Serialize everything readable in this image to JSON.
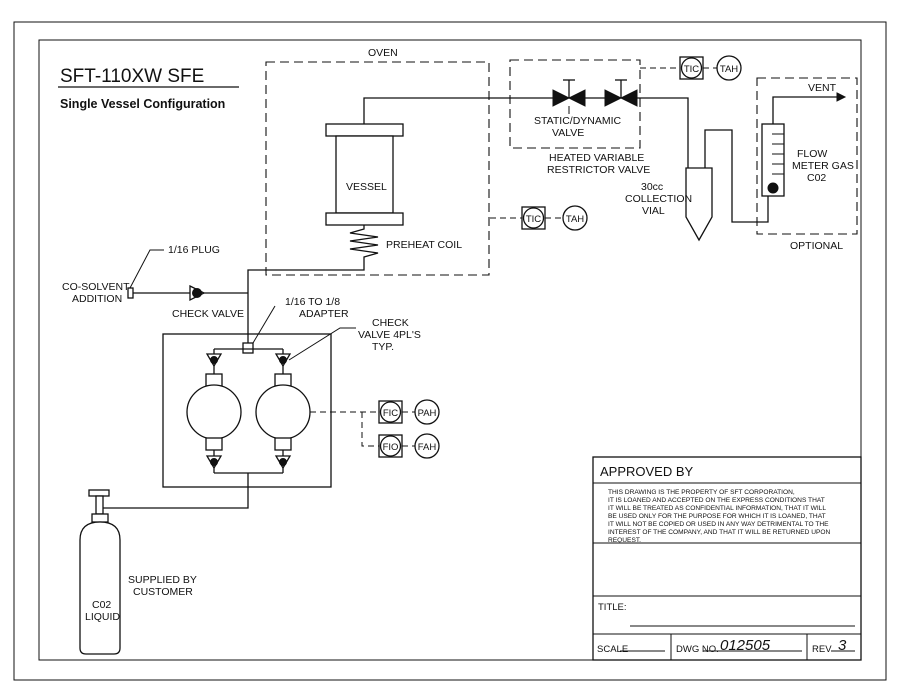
{
  "title": {
    "main": "SFT-110XW SFE",
    "sub": "Single Vessel Configuration"
  },
  "labels": {
    "oven": "OVEN",
    "vessel": "VESSEL",
    "preheat_coil": "PREHEAT COIL",
    "static_dynamic_valve": [
      "STATIC/DYNAMIC",
      "VALVE"
    ],
    "heated_restrictor": [
      "HEATED VARIABLE",
      "RESTRICTOR VALVE"
    ],
    "collection_vial": [
      "30cc",
      "COLLECTION",
      "VIAL"
    ],
    "vent": "VENT",
    "flow_meter": [
      "FLOW",
      "METER GAS",
      "C02"
    ],
    "optional": "OPTIONAL",
    "plug": "1/16 PLUG",
    "co_solvent": [
      "CO-SOLVENT",
      "ADDITION"
    ],
    "check_valve": "CHECK VALVE",
    "adapter": [
      "1/16 TO 1/8",
      "ADAPTER"
    ],
    "check_valve_typ": [
      "CHECK",
      "VALVE 4PL'S",
      "TYP."
    ],
    "supplied_by": [
      "SUPPLIED BY",
      "CUSTOMER"
    ],
    "co2_cylinder": [
      "C02",
      "LIQUID"
    ]
  },
  "instruments": {
    "tic_top": "TIC",
    "tah_top": "TAH",
    "tic_oven": "TIC",
    "tah_oven": "TAH",
    "fic": "FIC",
    "pah": "PAH",
    "fio": "FIO",
    "fah": "FAH"
  },
  "title_block": {
    "approved_by": "APPROVED BY",
    "notice": [
      "THIS DRAWING IS THE PROPERTY OF SFT CORPORATION,",
      "IT IS LOANED AND ACCEPTED ON THE EXPRESS CONDITIONS THAT",
      "IT WILL BE TREATED AS CONFIDENTIAL INFORMATION, THAT IT WILL",
      "BE USED ONLY FOR THE PURPOSE FOR WHICH IT IS LOANED, THAT",
      "IT WILL NOT BE COPIED OR USED IN ANY WAY DETRIMENTAL TO THE",
      "INTEREST OF THE COMPANY, AND THAT IT WILL BE RETURNED UPON",
      "REQUEST."
    ],
    "title_label": "TITLE:",
    "scale_label": "SCALE",
    "dwg_no_label": "DWG NO.",
    "dwg_no": "012505",
    "rev_label": "REV",
    "rev": "3"
  }
}
